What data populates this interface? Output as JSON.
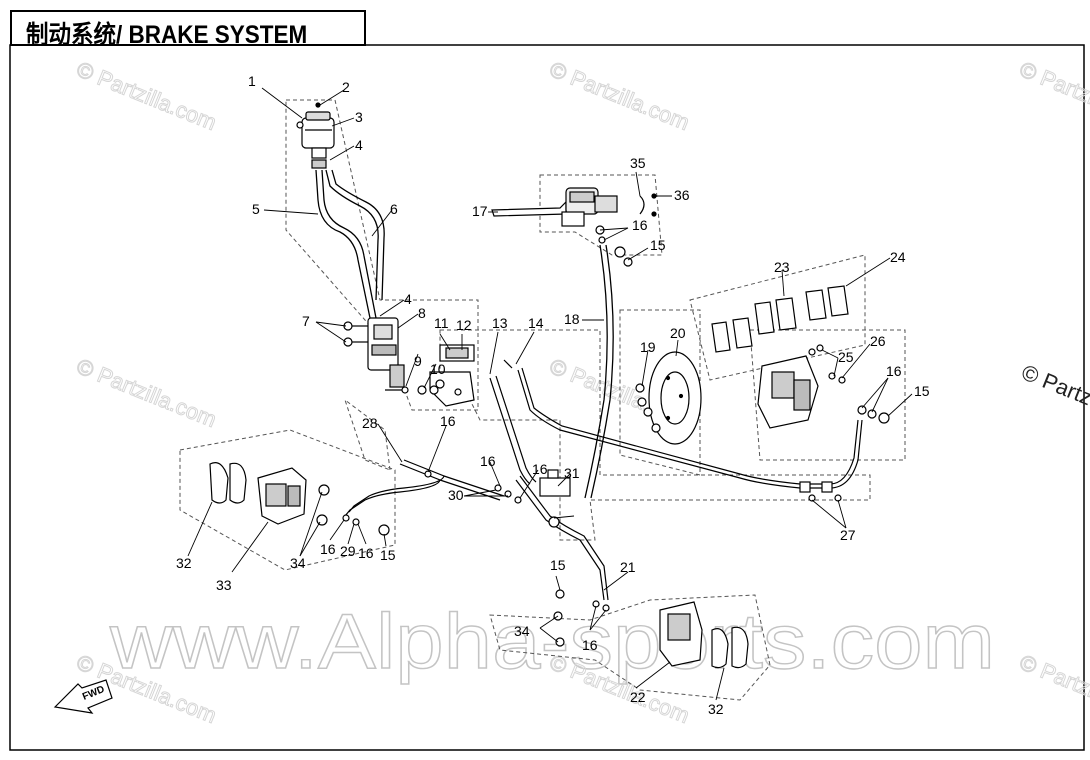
{
  "title": "制动系统/ BRAKE SYSTEM",
  "watermark_small": "© Partzilla.com",
  "watermark_side": "© Partz",
  "watermark_large": "www.Alpha-sports.com",
  "fwd_label": "FWD",
  "callouts": [
    "1",
    "2",
    "3",
    "4",
    "4",
    "5",
    "6",
    "7",
    "8",
    "9",
    "10",
    "11",
    "12",
    "13",
    "14",
    "15",
    "15",
    "15",
    "15",
    "16",
    "16",
    "16",
    "16",
    "16",
    "16",
    "16",
    "16",
    "17",
    "18",
    "19",
    "20",
    "21",
    "22",
    "23",
    "24",
    "25",
    "26",
    "27",
    "28",
    "29",
    "30",
    "31",
    "32",
    "32",
    "33",
    "34",
    "34",
    "35",
    "36"
  ]
}
